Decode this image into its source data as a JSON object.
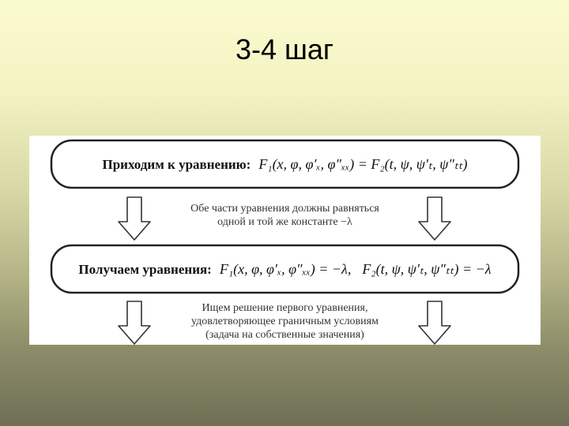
{
  "slide": {
    "title": "3-4 шаг"
  },
  "diagram": {
    "box1": {
      "label": "Приходим к уравнению:",
      "equation": "F₁(x, φ, φ′ₓ, φ″ₓₓ) = F₂(t, ψ, ψ′ₜ, ψ″ₜₜ)"
    },
    "note1": {
      "line1": "Обе части уравнения должны равняться",
      "line2": "одной и той же константе  −λ"
    },
    "box2": {
      "label": "Получаем уравнения:",
      "equation1": "F₁(x, φ, φ′ₓ, φ″ₓₓ) = −λ,",
      "equation2": "F₂(t, ψ, ψ′ₜ, ψ″ₜₜ) = −λ"
    },
    "note2": {
      "line1": "Ищем решение первого уравнения,",
      "line2": "удовлетворяющее граничным условиям",
      "line3": "(задача на собственные значения)"
    }
  }
}
